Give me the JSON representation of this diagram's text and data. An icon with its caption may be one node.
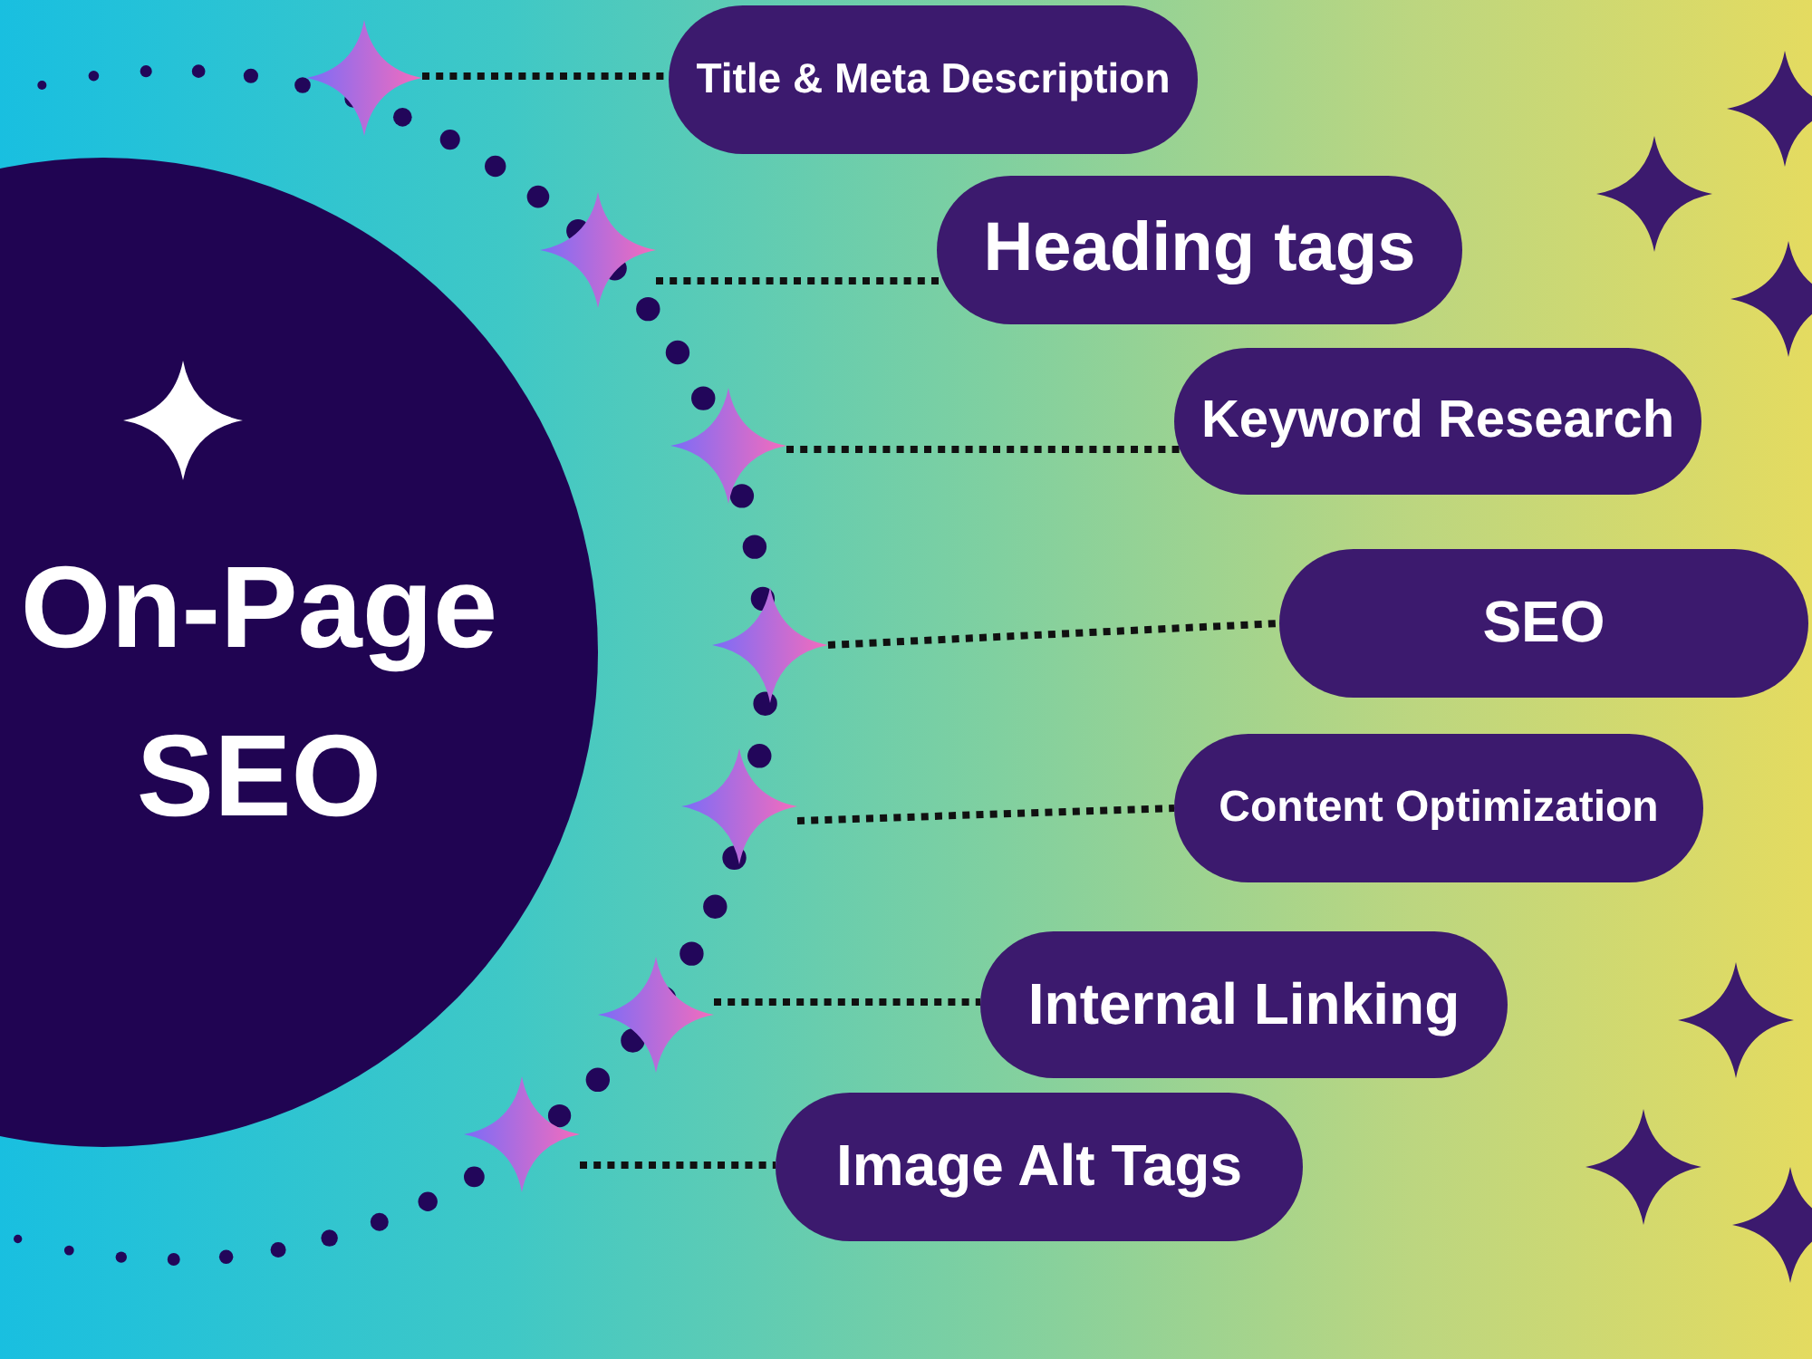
{
  "diagram": {
    "nodes": [
      {
        "text": [
          "On-Page SEO"
        ]
      },
      {
        "text": [
          "Title & Meta Description"
        ]
      },
      {
        "text": [
          "Heading tags"
        ]
      },
      {
        "text": [
          "Keyword Research"
        ]
      },
      {
        "text": [
          "SEO"
        ]
      },
      {
        "text": [
          "Content Optimization"
        ]
      },
      {
        "text": [
          "Internal Linking"
        ]
      },
      {
        "text": [
          "Image Alt Tags"
        ]
      },
      {
        "text": [],
        "shape": "star"
      },
      {
        "text": [],
        "shape": "star"
      },
      {
        "text": [],
        "shape": "star"
      },
      {
        "text": [],
        "shape": "star"
      },
      {
        "text": [],
        "shape": "star"
      },
      {
        "text": [],
        "shape": "star"
      },
      {
        "text": [],
        "shape": "star"
      }
    ],
    "edges": [
      {
        "from": 8,
        "to": 1,
        "arrow": "none"
      },
      {
        "from": 9,
        "to": 2,
        "arrow": "none"
      },
      {
        "from": 10,
        "to": 3,
        "arrow": "none"
      },
      {
        "from": 11,
        "to": 4,
        "arrow": "none"
      },
      {
        "from": 12,
        "to": 5,
        "arrow": "none"
      },
      {
        "from": 13,
        "to": 6,
        "arrow": "none"
      },
      {
        "from": 14,
        "to": 7,
        "arrow": "none"
      }
    ]
  }
}
